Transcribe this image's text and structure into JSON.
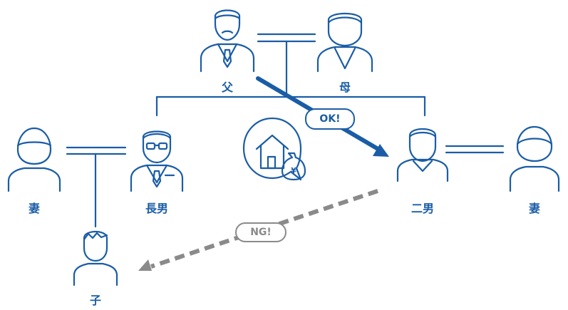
{
  "people": {
    "father": "父",
    "mother": "母",
    "eldest_son_wife": "妻",
    "eldest_son": "長男",
    "second_son": "二男",
    "second_son_wife": "妻",
    "child": "子"
  },
  "badges": {
    "ok": "OK!",
    "ng": "NG!"
  },
  "icons": {
    "inheritance": "house-and-money-bag-icon",
    "currency_symbol": "¥"
  },
  "colors": {
    "primary_blue": "#1a5da6",
    "gray": "#8a8a8a",
    "background": "#ffffff"
  }
}
